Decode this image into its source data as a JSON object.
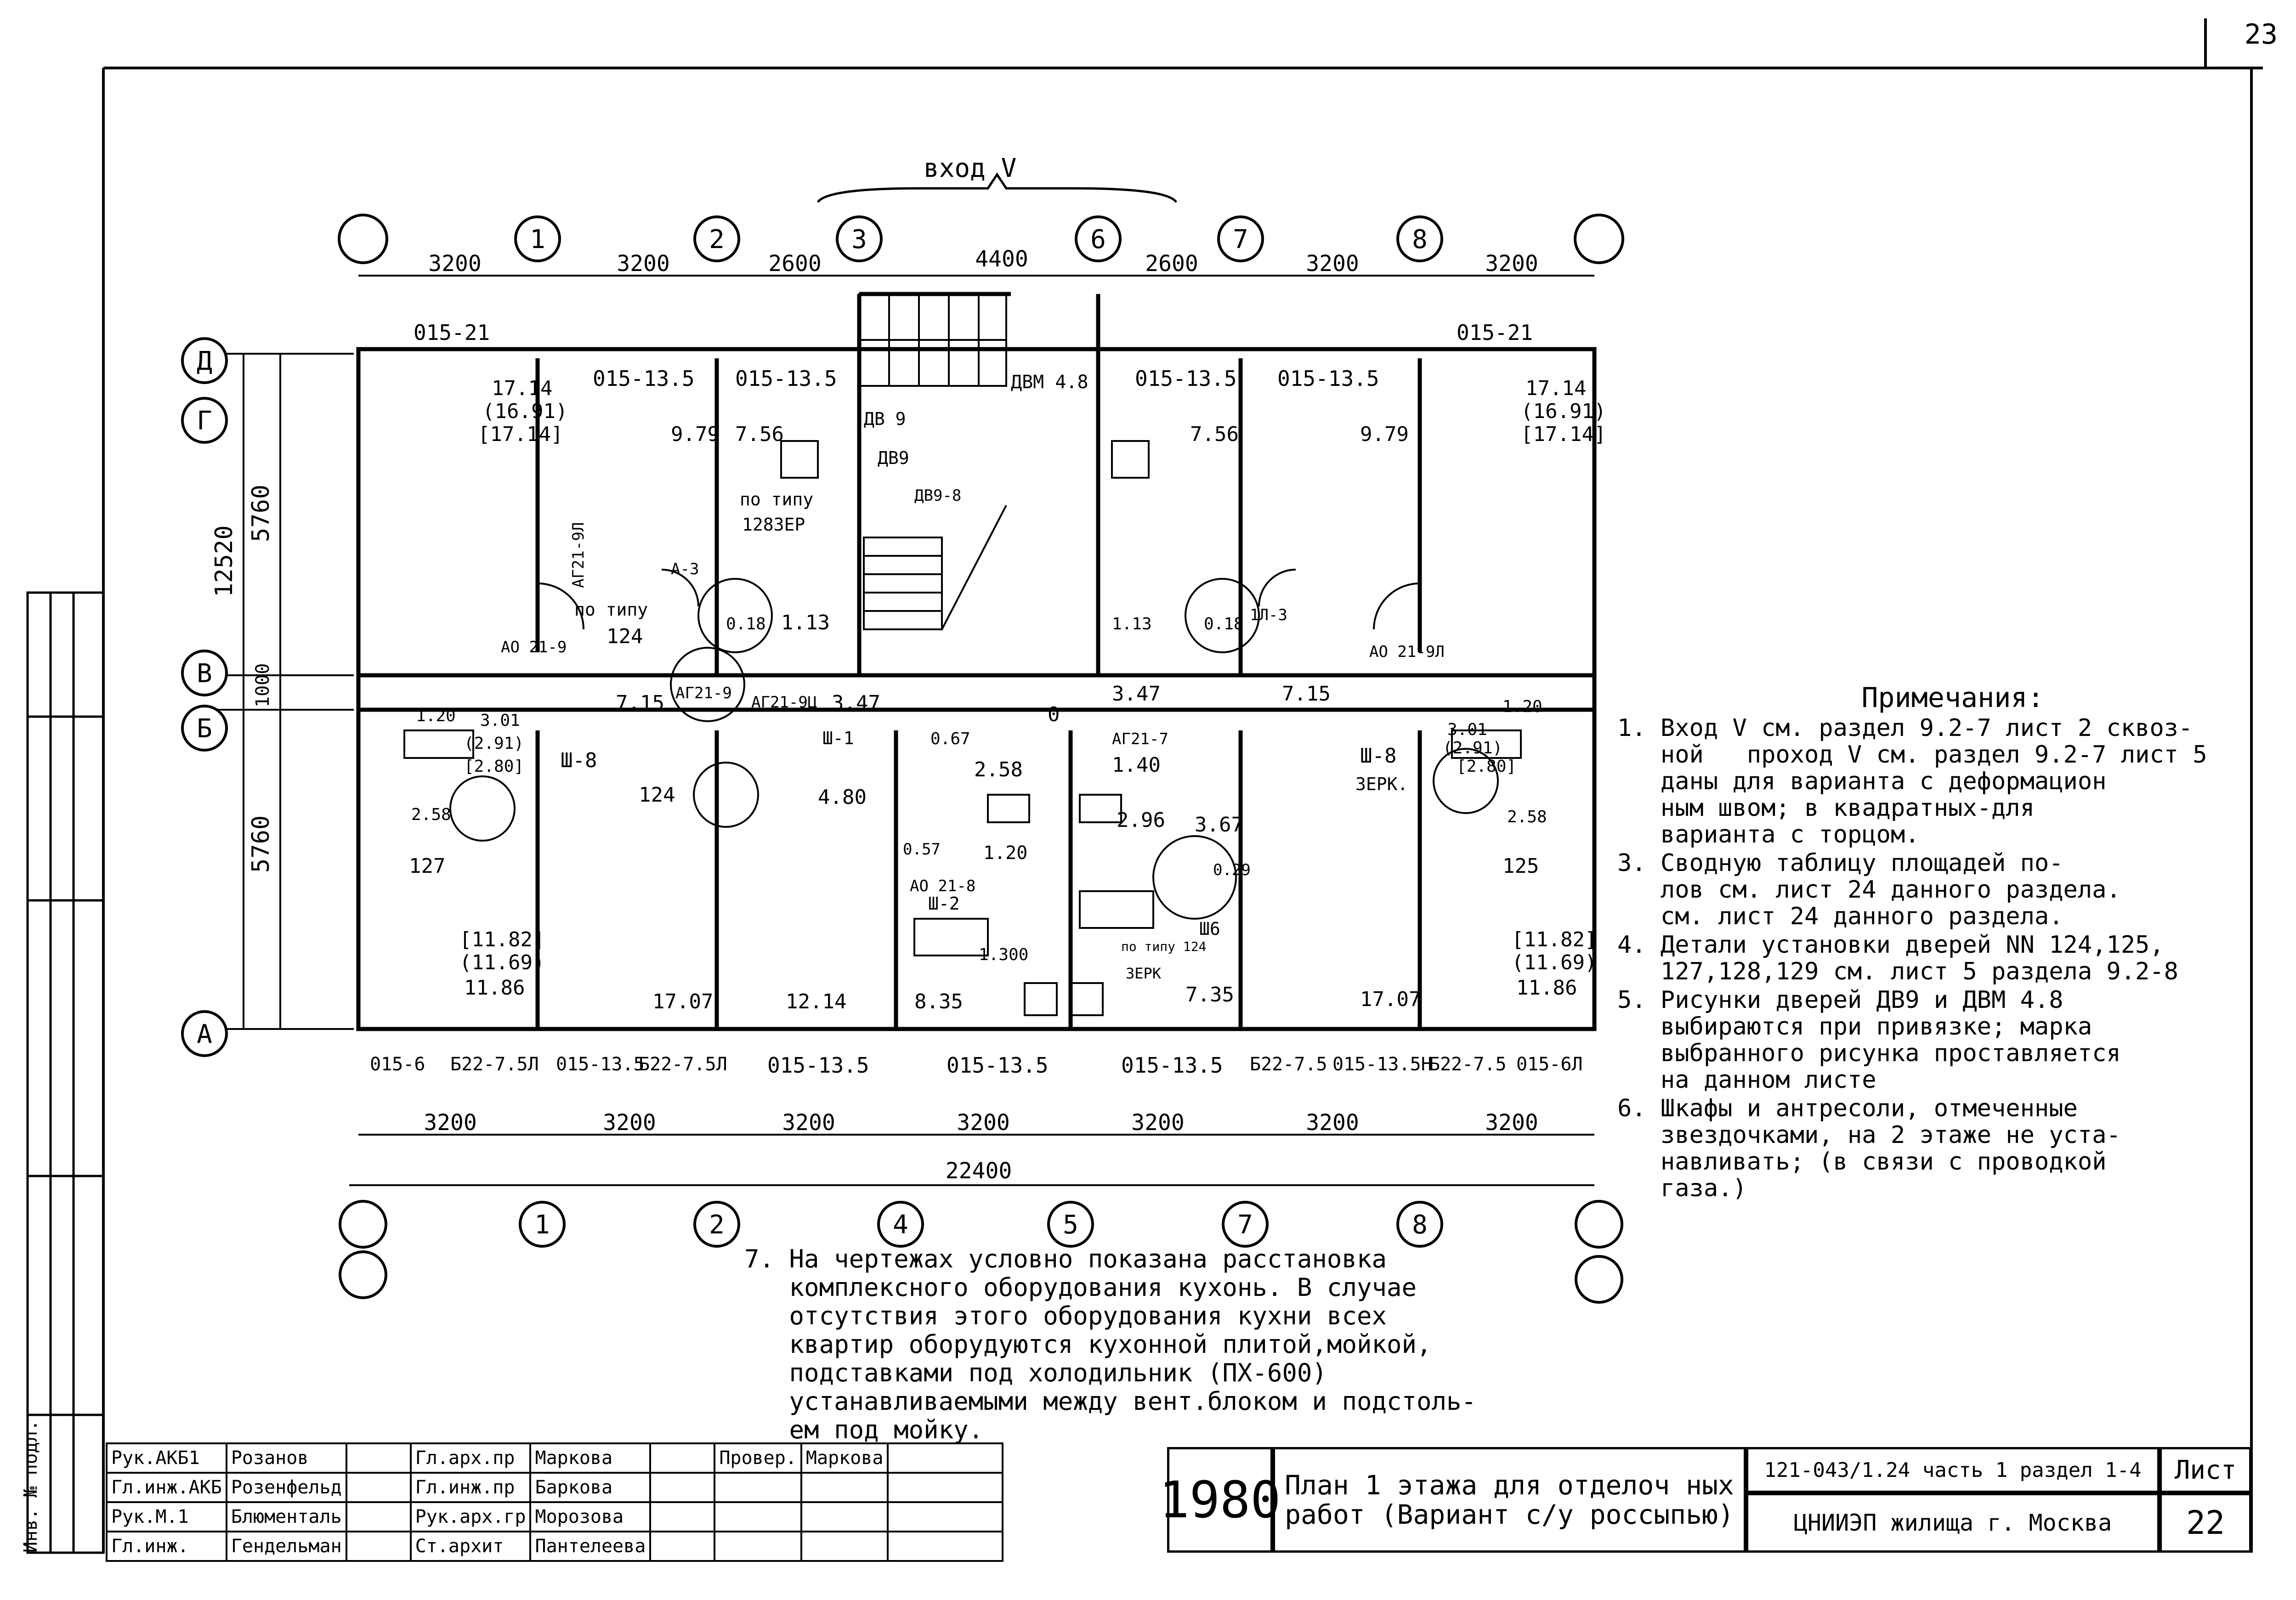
{
  "sheet_number": "23",
  "entrance": "вход V",
  "axes_top": {
    "labels": [
      "1",
      "2",
      "3",
      "6",
      "7",
      "8"
    ],
    "dims": [
      "3200",
      "3200",
      "2600",
      "4400",
      "2600",
      "3200",
      "3200"
    ]
  },
  "axes_bottom": {
    "labels": [
      "1",
      "2",
      "4",
      "5",
      "7",
      "8"
    ],
    "dims": [
      "3200",
      "3200",
      "3200",
      "3200",
      "3200",
      "3200",
      "3200"
    ],
    "total": "22400"
  },
  "axes_left": {
    "labels": [
      "Д",
      "Г",
      "В",
      "Б",
      "А"
    ],
    "dims": [
      "5760",
      "1000",
      "5760"
    ],
    "total": "12520"
  },
  "top_windows": [
    "015-21",
    "015-13.5",
    "015-13.5",
    "ДВМ 4.8",
    "015-13.5",
    "015-13.5",
    "015-21"
  ],
  "bottom_windows": [
    "015-6",
    "Б22-7.5Л",
    "015-13.5",
    "Б22-7.5Л",
    "015-13.5",
    "015-13.5",
    "015-13.5",
    "Б22-7.5",
    "015-13.5Н",
    "Б22-7.5",
    "015-6Л"
  ],
  "room_areas": {
    "tl_room": [
      "17.14",
      "(16.91)",
      "[17.14]"
    ],
    "tr_room": [
      "17.14",
      "(16.91)",
      "[17.14]"
    ],
    "a1": "9.79",
    "a2": "7.56",
    "a3": "7.56",
    "a4": "9.79",
    "a5": "1.13",
    "a6": "1.13",
    "a7": "0.18",
    "a8": "0.18",
    "a9": "7.15",
    "a10": "3.47",
    "a11": "3.47",
    "a12": "7.15",
    "a13": "3.01",
    "a14": "(2.91)",
    "a15": "[2.80]",
    "a16": "2.58",
    "a17": "1.20",
    "a18": "3.01",
    "a19": "(2.91)",
    "a20": "[2.80]",
    "a21": "2.58",
    "a22": "1.20",
    "a23": "4.80",
    "a24": "2.58",
    "a25": "1.40",
    "a26": "2.96",
    "a27": "3.67",
    "a28": "1.20",
    "a29": "0.57",
    "a30": "0.29",
    "a31": "1.300",
    "a32": "0.67",
    "bl_room": [
      "[11.82]",
      "(11.69)",
      "11.86"
    ],
    "br_room": [
      "[11.82]",
      "(11.69)",
      "11.86"
    ],
    "b1": "17.07",
    "b2": "12.14",
    "b3": "8.35",
    "b4": "7.35",
    "b5": "17.07",
    "o": "0"
  },
  "labels": {
    "potipu": "по типу",
    "zer": "128ЗЕР",
    "d124a": "124",
    "d124b": "124",
    "d127": "127",
    "d125": "125",
    "sh8a": "Ш-8",
    "sh8b": "Ш-8",
    "zerk": "ЗЕРК.",
    "sh1": "Ш-1",
    "sh2": "Ш-2",
    "sh6": "Ш6",
    "dv9a": "ДВ 9",
    "dv9b": "ДВ9",
    "dv98": "ДВ9-8",
    "ao219": "АО 21-9",
    "ao219l": "АО 21-9Л",
    "ag219": "АГ21-9",
    "ag219l": "АГ21-9Л",
    "ag219c": "АГ21-9Ц",
    "a3": "А-3",
    "l3": "1Л-3",
    "ao218": "АО 21-8",
    "ag217": "АГ21-7",
    "potipu2": "по типу 124",
    "zerk2": "ЗЕРК"
  },
  "notes_title": "Примечания:",
  "notes": [
    "1. Вход V см. раздел 9.2-7 лист 2 сквоз-\n   ной   проход V см. раздел 9.2-7 лист 5\n   даны для варианта с деформацион\n   ным швом; в квадратных-для\n   варианта с торцом.",
    "3. Сводную таблицу площадей по-\n   лов см. лист 24 данного раздела.\n   см. лист 24 данного раздела.",
    "4. Детали установки дверей NN 124,125,\n   127,128,129 см. лист 5 раздела 9.2-8",
    "5. Рисунки дверей ДВ9 и ДВМ 4.8\n   выбираются при привязке; марка\n   выбранного рисунка проставляется\n   на данном листе",
    "6. Шкафы и антресоли, отмеченные\n   звездочками, на 2 этаже не уста-\n   навливать; (в связи с проводкой\n   газа.)"
  ],
  "note7": "7. На чертежах условно показана расстановка\n   комплексного оборудования кухонь. В случае\n   отсутствия этого оборудования кухни всех\n   квартир оборудуются кухонной плитой,мойкой,\n   подставками под холодильник (ПХ-600)\n   устанавливаемыми между вент.блоком и подстоль-\n   ем под мойку.",
  "stamp": {
    "rows": [
      [
        "Рук.АКБ1",
        "Розанов",
        "",
        "Гл.арх.пр",
        "Маркова",
        "",
        "Провер.",
        "Маркова",
        ""
      ],
      [
        "Гл.инж.АКБ",
        "Розенфельд",
        "",
        "Гл.инж.пр",
        "Баркова",
        "",
        "",
        "",
        ""
      ],
      [
        "Рук.М.1",
        "Блюменталь",
        "",
        "Рук.арх.гр",
        "Морозова",
        "",
        "",
        "",
        ""
      ],
      [
        "Гл.инж.",
        "Гендельман",
        "",
        "Ст.архит",
        "Пантелеева",
        "",
        "",
        "",
        ""
      ]
    ],
    "year": "1980",
    "title": "План 1 этажа для отделоч ных работ (Вариант с/у россыпью)",
    "code": "121-043/1.24 часть 1 раздел 1-4",
    "org": "ЦНИИЭП жилища г. Москва",
    "sheet_label": "Лист",
    "sheet": "22"
  },
  "side_stamp": "Инв. № подл."
}
